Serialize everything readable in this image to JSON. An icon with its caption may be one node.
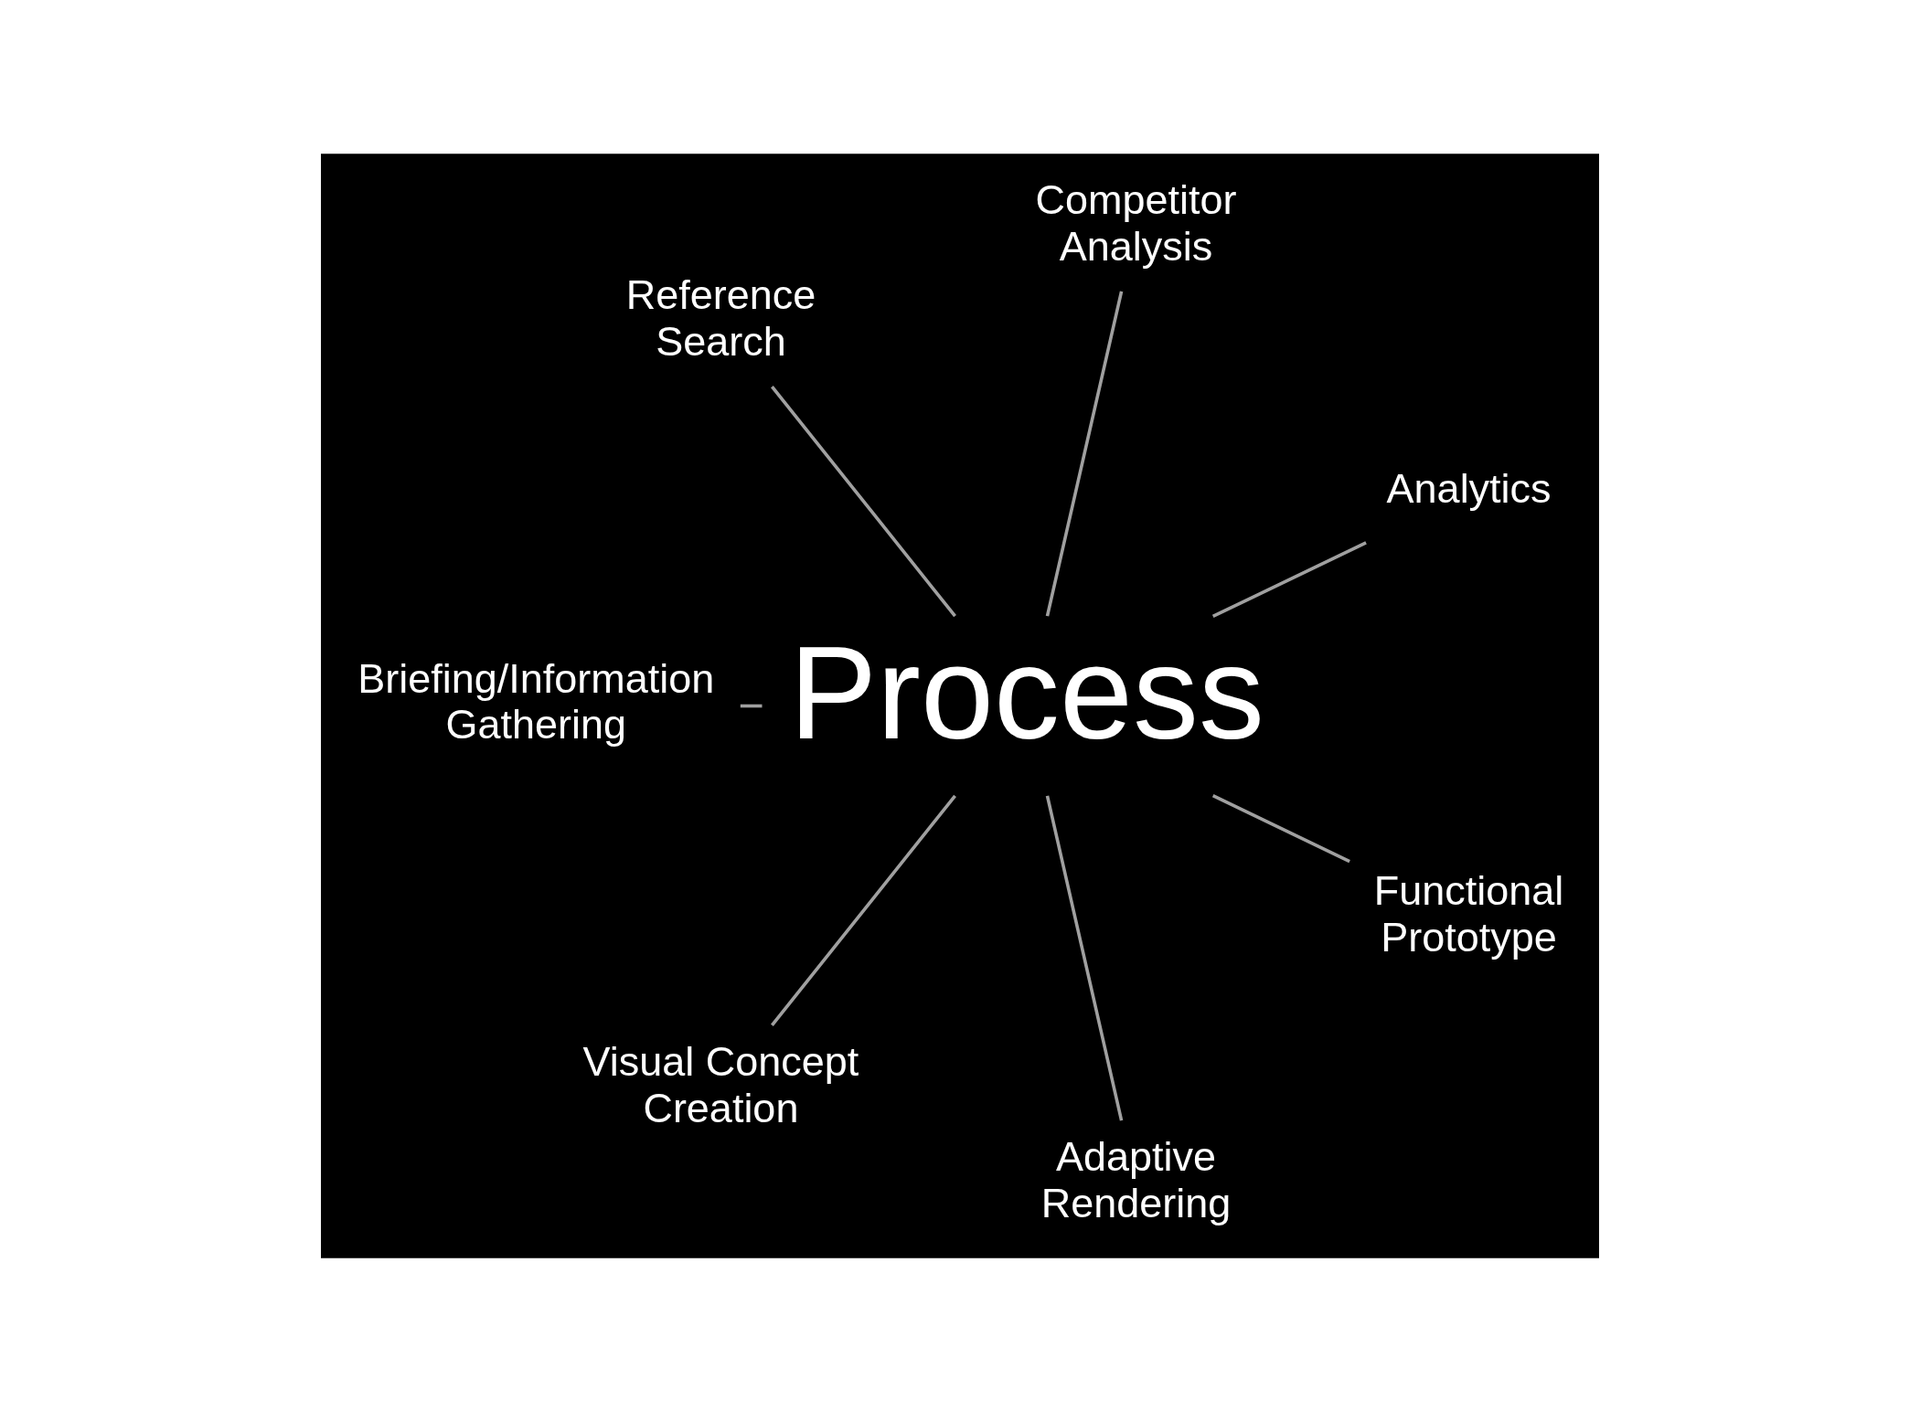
{
  "diagram": {
    "nodes": [
      {
        "text": [
          "Analytics"
        ]
      },
      {
        "text": [
          "Competitor Analysis"
        ]
      },
      {
        "text": [
          "Process"
        ]
      },
      {
        "text": [
          "Briefing/Information Gathering"
        ]
      },
      {
        "text": [
          "Reference Search"
        ]
      },
      {
        "text": [
          "Adaptive Rendering"
        ]
      },
      {
        "text": [
          "Functional Prototype"
        ]
      },
      {
        "text": [
          "Visual Concept Creation"
        ]
      }
    ],
    "edges": [
      {
        "from": 2,
        "to": 0,
        "arrow": "none"
      },
      {
        "from": 2,
        "to": 1,
        "arrow": "none"
      },
      {
        "from": 2,
        "to": 4,
        "arrow": "none"
      },
      {
        "from": 2,
        "to": 3,
        "arrow": "none"
      },
      {
        "from": 2,
        "to": 7,
        "arrow": "none"
      },
      {
        "from": 2,
        "to": 5,
        "arrow": "none"
      },
      {
        "from": 2,
        "to": 6,
        "arrow": "none"
      }
    ]
  }
}
